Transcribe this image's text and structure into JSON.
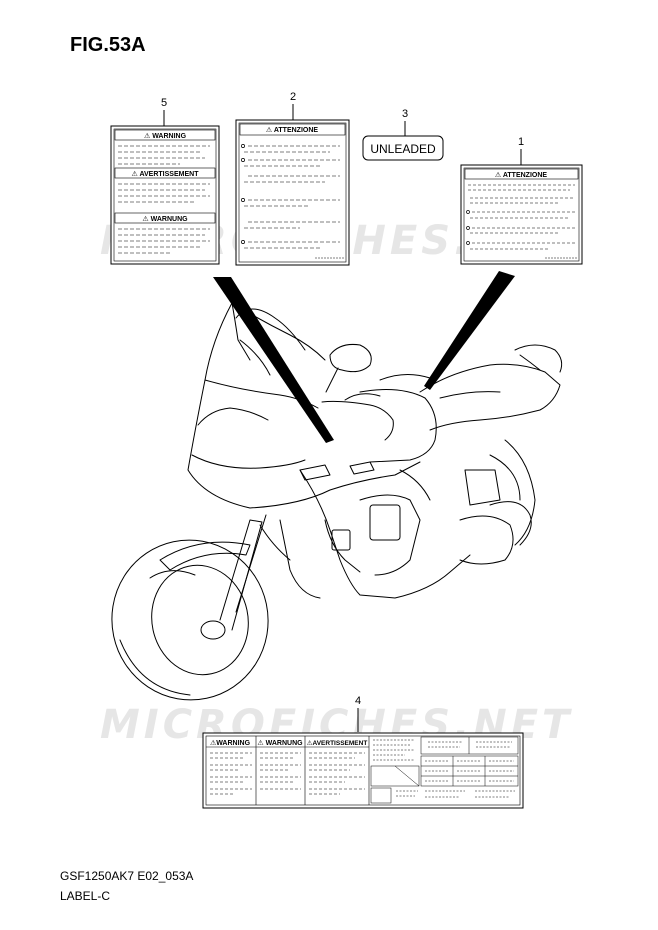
{
  "figure": {
    "title": "FIG.53A",
    "model_code": "GSF1250AK7 E02_053A",
    "section": "LABEL-C"
  },
  "callouts": [
    "5",
    "2",
    "3",
    "1",
    "4"
  ],
  "labels": {
    "label5": {
      "sections": [
        "⚠ WARNING",
        "⚠ AVERTISSEMENT",
        "⚠ WARNUNG"
      ]
    },
    "label2": {
      "header": "⚠ ATTENZIONE"
    },
    "label3": {
      "text": "UNLEADED"
    },
    "label1": {
      "header": "⚠ ATTENZIONE"
    },
    "label4": {
      "sections": [
        "⚠WARNING",
        "⚠ WARNUNG",
        "⚠AVERTISSEMENT"
      ]
    }
  },
  "watermark": "MICROFICHES.NET"
}
